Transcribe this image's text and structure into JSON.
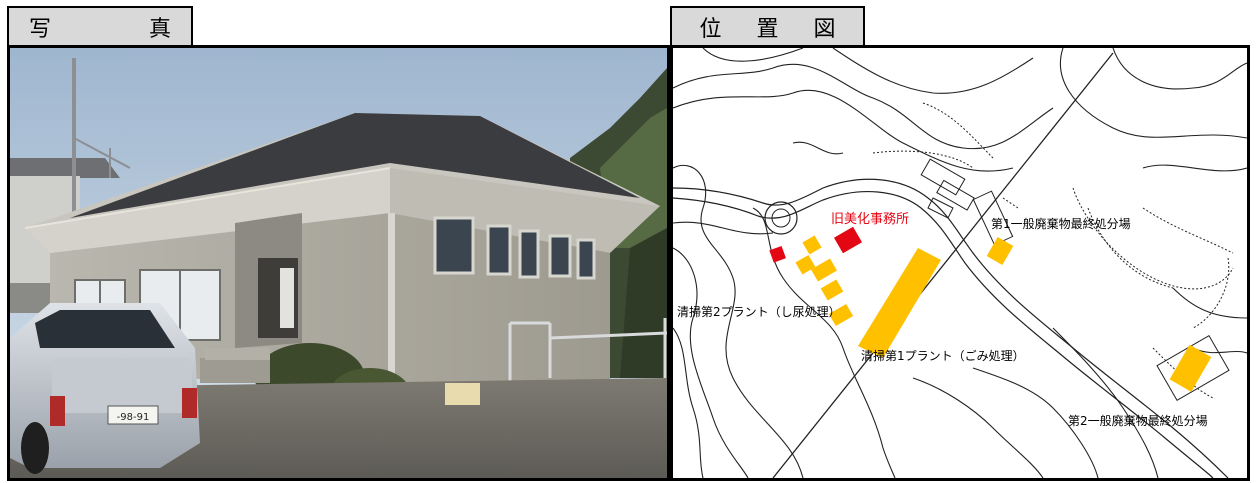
{
  "photo_section": {
    "title": "写　真",
    "plate": "-98-91"
  },
  "map_section": {
    "title": "位 置 図",
    "labels": {
      "old_office": "旧美化事務所",
      "plant2": "清掃第2プラント（し尿処理）",
      "plant1": "清掃第1プラント（ごみ処理）",
      "landfill1": "第1一般廃棄物最終処分場",
      "landfill2": "第2一般廃棄物最終処分場"
    },
    "colors": {
      "highlight": "#e30613",
      "facility": "#ffc000"
    }
  }
}
